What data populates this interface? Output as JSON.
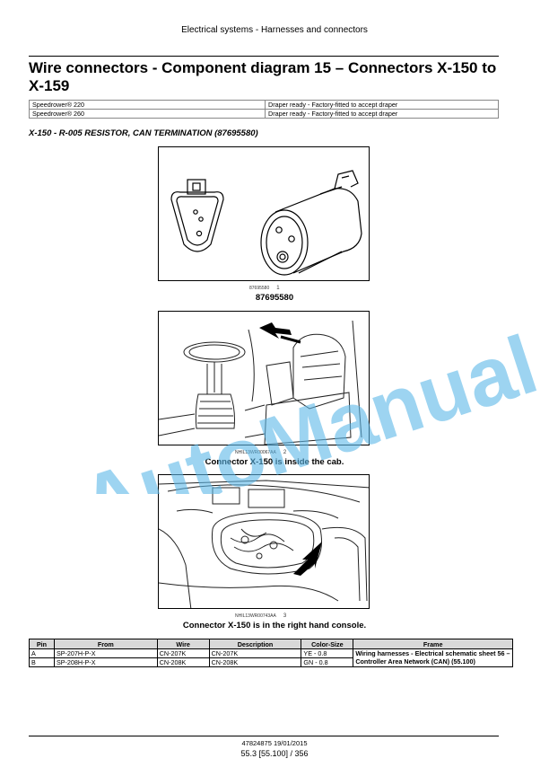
{
  "header": {
    "running_title": "Electrical systems - Harnesses and connectors"
  },
  "title": "Wire connectors - Component diagram 15 – Connectors X-150 to X-159",
  "models": [
    {
      "model": "Speedrower® 220",
      "note": "Draper ready - Factory-fitted to accept draper"
    },
    {
      "model": "Speedrower® 260",
      "note": "Draper ready - Factory-fitted to accept draper"
    }
  ],
  "section_heading": "X-150 - R-005 RESISTOR, CAN TERMINATION (87695580)",
  "figures": [
    {
      "ref": "87695580",
      "number": "1",
      "caption": "87695580"
    },
    {
      "ref": "NHIL13WR00067AA",
      "number": "2",
      "caption": "Connector X-150 is inside the cab."
    },
    {
      "ref": "NHIL13WR00743AA",
      "number": "3",
      "caption": "Connector X-150 is in the right hand console."
    }
  ],
  "pin_table": {
    "headers": [
      "Pin",
      "From",
      "Wire",
      "Description",
      "Color-Size",
      "Frame"
    ],
    "rows": [
      {
        "pin": "A",
        "from": "SP-207H-P-X",
        "wire": "CN-207K",
        "description": "CN-207K",
        "color_size": "YE - 0.8"
      },
      {
        "pin": "B",
        "from": "SP-208H-P-X",
        "wire": "CN-208K",
        "description": "CN-208K",
        "color_size": "GN - 0.8"
      }
    ],
    "frame": "Wiring harnesses - Electrical schematic sheet 56 – Controller Area Network (CAN) (55.100)"
  },
  "watermark": "AutoManual",
  "colors": {
    "watermark": "#5bb8e8",
    "table_header_bg": "#d9d9d9"
  },
  "footer": {
    "doc_date": "47824875 19/01/2015",
    "page": "55.3 [55.100] / 356"
  }
}
